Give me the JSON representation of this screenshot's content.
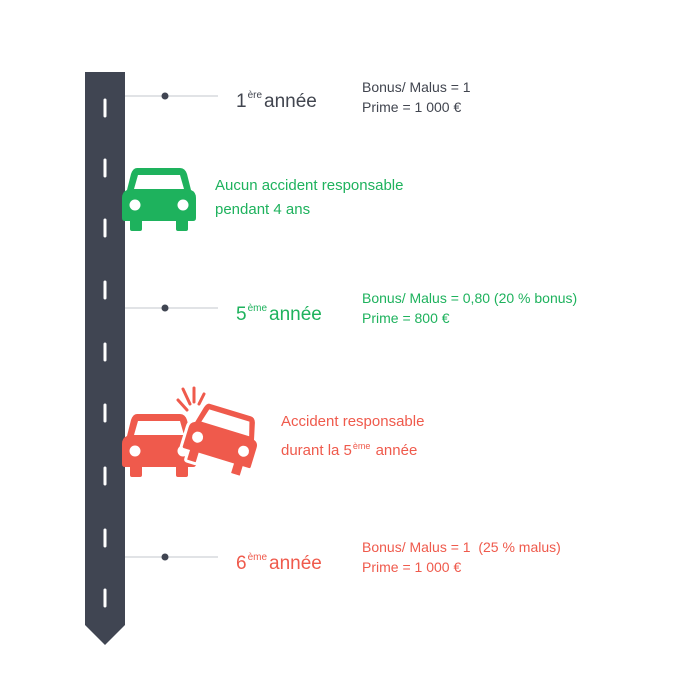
{
  "colors": {
    "road": "#404552",
    "green": "#1eb25d",
    "red": "#ef5a4c",
    "text_dark": "#41454f",
    "connector": "#cfd2d6"
  },
  "milestones": [
    {
      "year_number": "1",
      "year_suffix": "ère",
      "year_word": "année",
      "line1": "Bonus/ Malus = 1",
      "line2": "Prime = 1 000 €"
    },
    {
      "year_number": "5",
      "year_suffix": "ème",
      "year_word": "année",
      "line1": "Bonus/ Malus = 0,80 (20 % bonus)",
      "line2": "Prime = 800 €"
    },
    {
      "year_number": "6",
      "year_suffix": "ème",
      "year_word": "année",
      "line1": "Bonus/ Malus = 1  (25 % malus)",
      "line2": "Prime = 1 000 €"
    }
  ],
  "events": {
    "no_accident": {
      "icon": "car-icon",
      "line1": "Aucun accident responsable",
      "line2": "pendant 4 ans"
    },
    "accident": {
      "icon": "car-crash-icon",
      "line1": "Accident responsable",
      "line2_prefix": "durant la 5",
      "line2_suffix": "ème",
      "line2_end": "année"
    }
  }
}
